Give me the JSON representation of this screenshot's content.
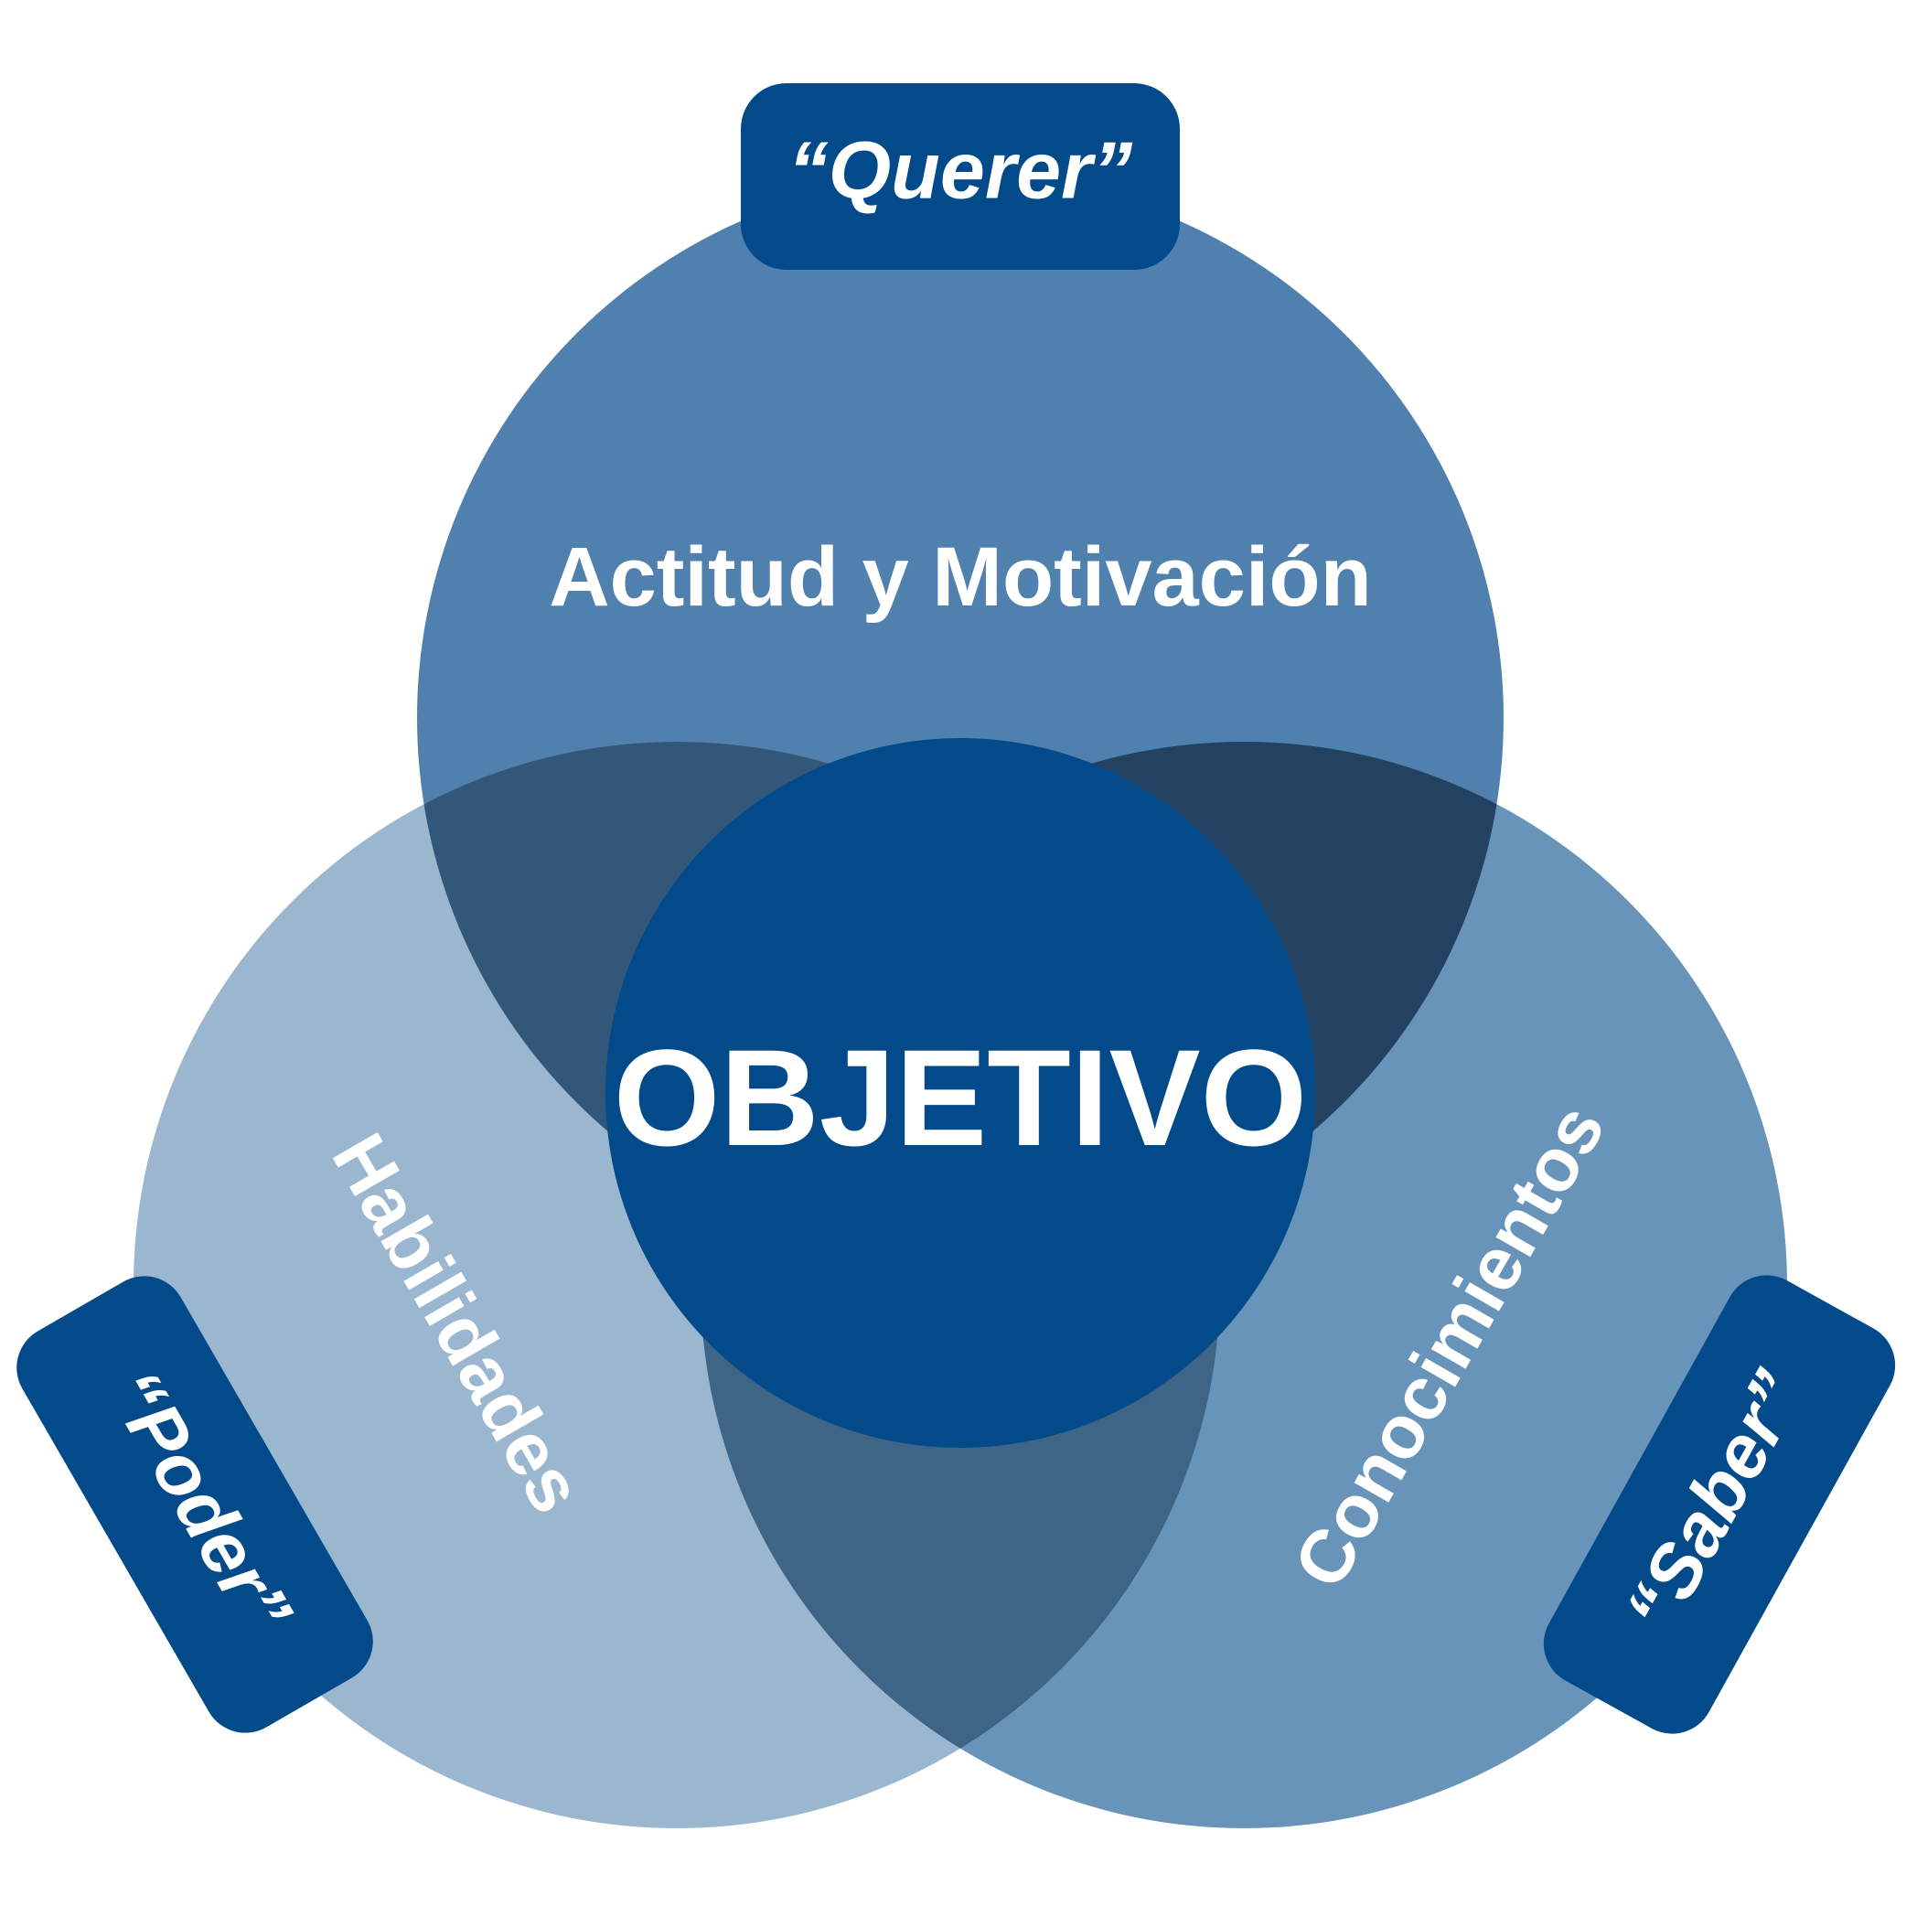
{
  "diagram": {
    "center": {
      "label": "OBJETIVO"
    },
    "circles": [
      {
        "id": "top",
        "label": "Actitud y Motivación",
        "tag": "“Querer”"
      },
      {
        "id": "left",
        "label": "Habilidades",
        "tag": "“Poder”"
      },
      {
        "id": "right",
        "label": "Conocimientos",
        "tag": "“Saber”"
      }
    ]
  },
  "colors": {
    "top_circle": "#4f80ae",
    "left_circle": "#9bb7d0",
    "right_circle": "#6894ba",
    "overlap_top_left": "#335779",
    "overlap_top_right": "#234261",
    "overlap_left_right": "#3e6486",
    "center": "#034a8a",
    "tag": "#034a8a",
    "text": "#ffffff",
    "background": "#ffffff"
  }
}
